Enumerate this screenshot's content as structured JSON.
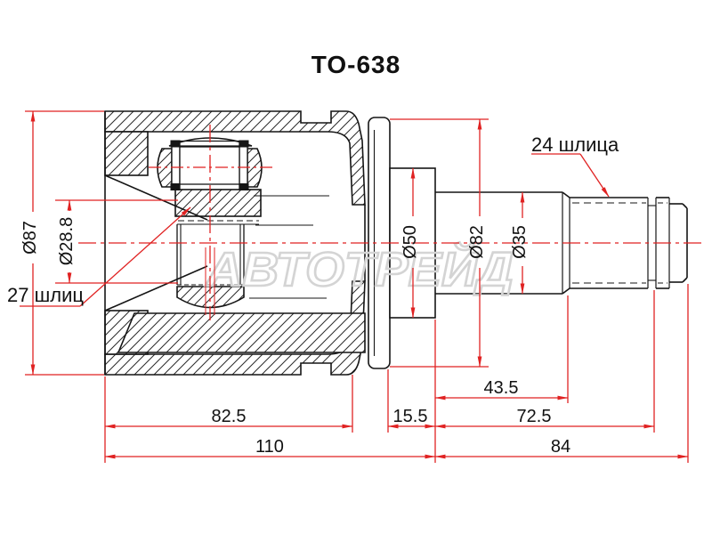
{
  "title": "TO-638",
  "watermark": "АВТОТРЕЙД",
  "colors": {
    "drawing_line": "#151515",
    "dimension_red": "#e02222",
    "watermark_gray": "#d4d4d4",
    "background": "#ffffff"
  },
  "dimensions": {
    "housing_outer_diameter": "Ø87",
    "inner_spline_diameter": "Ø28.8",
    "inner_spline_count": "27 шлиц",
    "outer_spline_count": "24 шлица",
    "neck_diameter": "Ø50",
    "cover_diameter": "Ø82",
    "shaft_diameter": "Ø35",
    "housing_length": "82.5",
    "overall_to_shoulder": "110",
    "shoulder_to_spline": "43.5",
    "neck_length": "15.5",
    "shoulder_to_groove": "72.5",
    "shaft_length": "84"
  }
}
